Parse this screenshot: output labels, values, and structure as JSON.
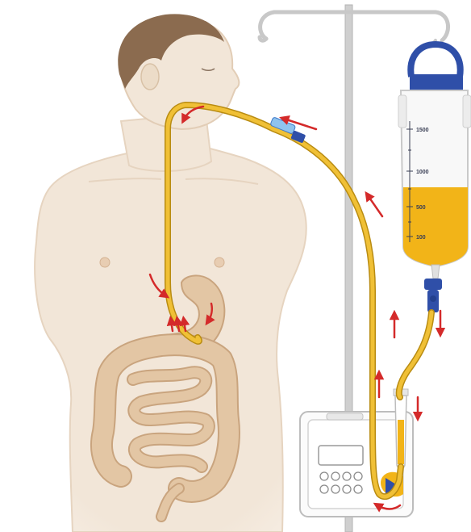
{
  "diagram": {
    "bag_scale": [
      "1500",
      "1000",
      "500",
      "100"
    ],
    "colors": {
      "skin": "#f2e6d8",
      "skin_edge": "#e6d4c0",
      "hair": "#8b6b4f",
      "organ": "#e3c6a4",
      "organ_edge": "#c9a47e",
      "tube": "#f0c036",
      "tube_edge": "#b98c12",
      "feed": "#f2b418",
      "arrow": "#d42a2a",
      "pole": "#c8c8c8",
      "clamp": "#2f4fa8"
    },
    "icons": {
      "flow_arrows": "red-arrow-icon",
      "pump_keypad": "keypad-icon",
      "clamp": "roller-clamp-icon"
    }
  }
}
